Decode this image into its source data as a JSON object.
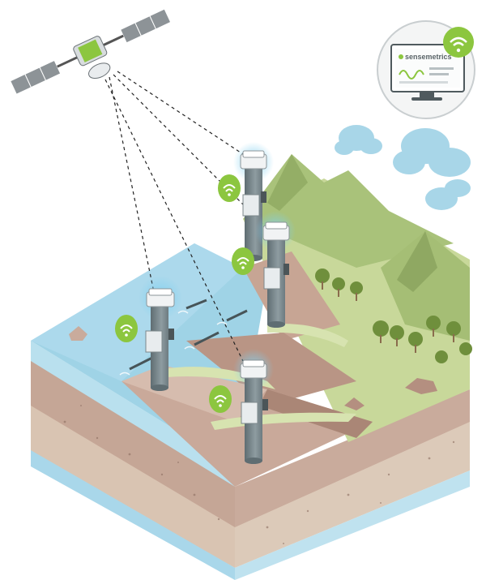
{
  "monitor": {
    "brand_text": "sensemetrics",
    "accent": "#8cc63f",
    "icon": "wifi-icon"
  },
  "satellite": {
    "icon": "satellite-icon"
  },
  "sensor_stations": [
    {
      "id": "top-left",
      "icon": "wifi-icon"
    },
    {
      "id": "top-right",
      "icon": "wifi-icon"
    },
    {
      "id": "front-left",
      "icon": "wifi-icon"
    },
    {
      "id": "front-right",
      "icon": "wifi-icon"
    }
  ],
  "colors": {
    "water": "#9fd3e6",
    "water_dark": "#6fb6d3",
    "rock_top": "#c9a99a",
    "rock_side": "#b38f80",
    "soil": "#d8c3b2",
    "grass": "#c8d89a",
    "mountain": "#a9c27a",
    "cloud": "#a8d6e8",
    "signal_green": "#8cc63f",
    "pole": "#7c8a8f"
  }
}
